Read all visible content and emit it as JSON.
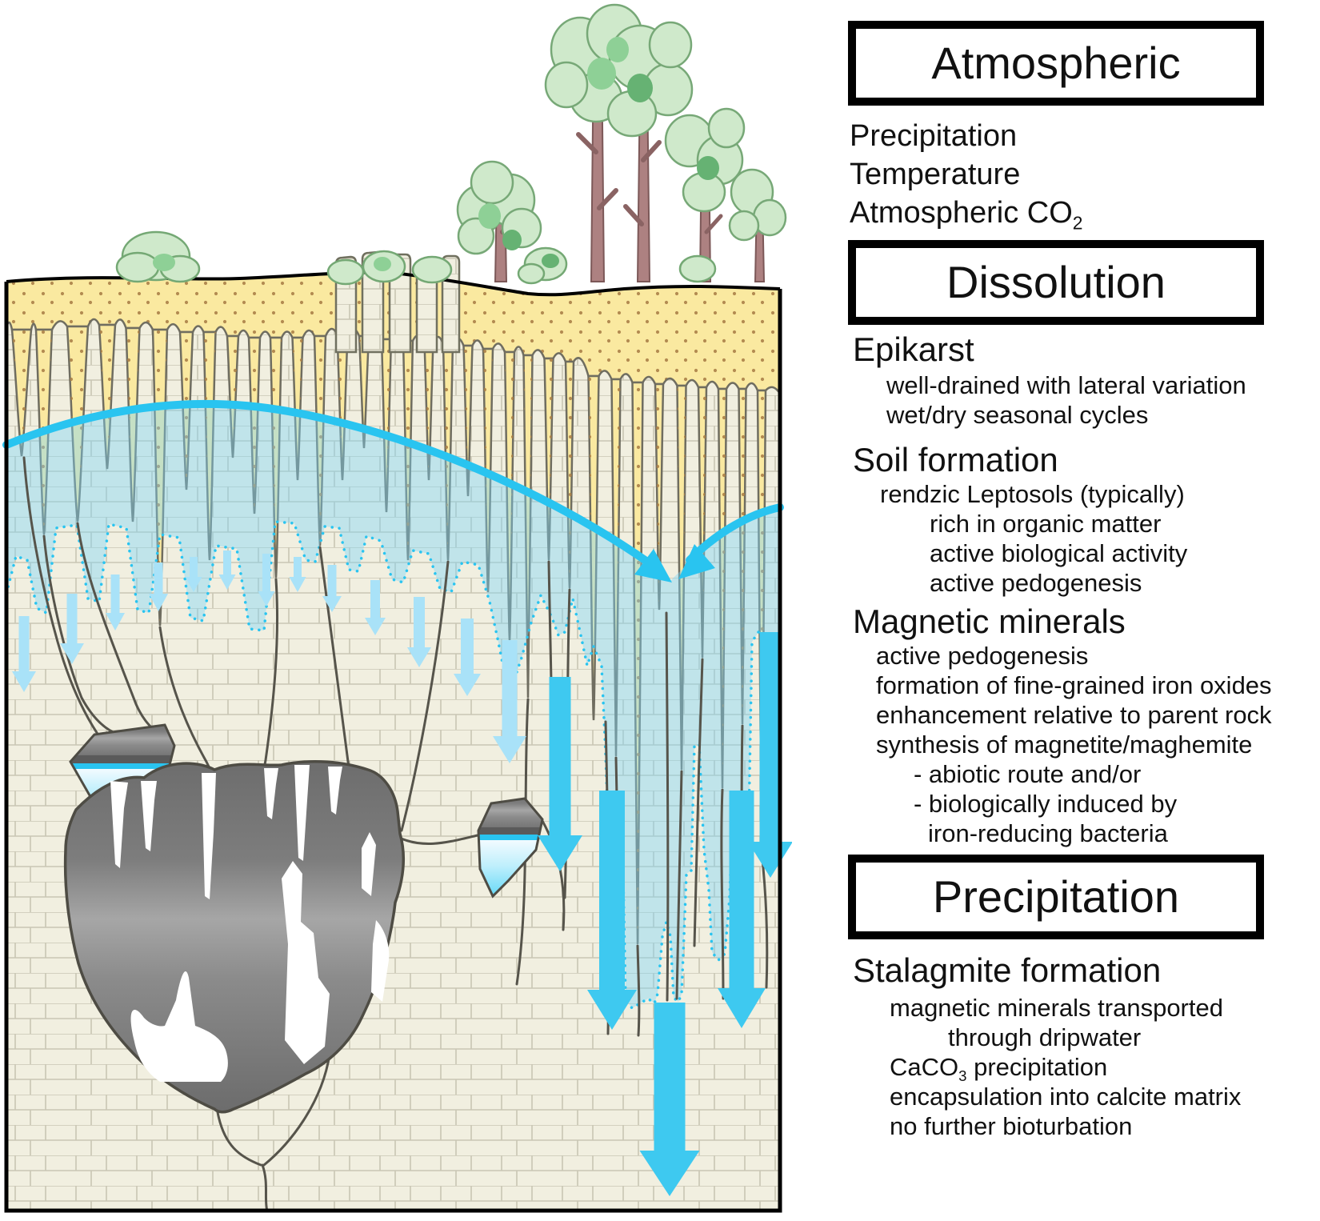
{
  "panel": {
    "atmospheric": {
      "title": "Atmospheric",
      "line1": "Precipitation",
      "line2": "Temperature",
      "line3_base": "Atmospheric CO",
      "line3_sub": "2"
    },
    "dissolution": {
      "title": "Dissolution",
      "epikarst": {
        "heading": "Epikarst",
        "line1": "well-drained with lateral variation",
        "line2": "wet/dry seasonal cycles"
      },
      "soil": {
        "heading": "Soil formation",
        "line1": "rendzic Leptosols (typically)",
        "line2": "rich in organic matter",
        "line3": "active biological activity",
        "line4": "active pedogenesis"
      },
      "magnetic": {
        "heading": "Magnetic minerals",
        "line1": "active pedogenesis",
        "line2": "formation of fine-grained iron oxides",
        "line3": "enhancement relative to parent rock",
        "line4": "synthesis of magnetite/maghemite",
        "line5": "- abiotic route and/or",
        "line6": "- biologically induced by",
        "line7": "iron-reducing bacteria"
      }
    },
    "precipitation": {
      "title": "Precipitation",
      "stalagmite": {
        "heading": "Stalagmite formation",
        "line1": "magnetic minerals transported",
        "line2": "through dripwater",
        "line3_base": "CaCO",
        "line3_sub": "3",
        "line3_rest": " precipitation",
        "line4": "encapsulation into calcite matrix",
        "line5": "no further bioturbation"
      }
    }
  },
  "diagram": {
    "colors": {
      "arc": "#29c4f0",
      "arrow_bright": "#3ec9f0",
      "arrow_pale": "#a9e2f8",
      "soil": "#fae9a0",
      "soil_dot": "#ab8148",
      "limestone": "#f1efe0",
      "brick_line": "#c9c6b4",
      "water_zone": "#7dd4f8",
      "cave_outline": "#4e4c44",
      "crack": "#56544b",
      "water_surface": "#29c4f0",
      "water_deep": "#4fd4f7",
      "foliage": "#cfe9cb",
      "foliage_dark": "#8ed096",
      "trunk": "#ad8181",
      "frame": "#000000"
    },
    "arrows": {
      "pale": [
        [
          30,
          770,
          865,
          13,
          30,
          26
        ],
        [
          90,
          742,
          830,
          13,
          30,
          26
        ],
        [
          144,
          718,
          788,
          11,
          24,
          22
        ],
        [
          198,
          703,
          764,
          11,
          24,
          22
        ],
        [
          242,
          696,
          740,
          10,
          21,
          19
        ],
        [
          284,
          688,
          737,
          10,
          21,
          19
        ],
        [
          333,
          692,
          758,
          10,
          21,
          19
        ],
        [
          372,
          696,
          740,
          10,
          21,
          19
        ],
        [
          415,
          706,
          765,
          11,
          24,
          20
        ],
        [
          469,
          725,
          794,
          12,
          26,
          22
        ],
        [
          524,
          746,
          834,
          14,
          30,
          25
        ],
        [
          584,
          773,
          870,
          16,
          34,
          28
        ],
        [
          637,
          800,
          954,
          19,
          42,
          34
        ]
      ],
      "bright": [
        [
          700,
          846,
          1089,
          27,
          56,
          45
        ],
        [
          765,
          988,
          1287,
          32,
          62,
          50
        ],
        [
          927,
          988,
          1285,
          31,
          60,
          50
        ],
        [
          963,
          790,
          1097,
          27,
          56,
          45
        ],
        [
          837,
          1253,
          1495,
          39,
          75,
          57
        ]
      ]
    },
    "soil_wedges": [
      [
        27,
        412,
        570,
        24
      ],
      [
        55,
        412,
        668,
        20
      ],
      [
        97,
        408,
        652,
        26
      ],
      [
        134,
        406,
        586,
        20
      ],
      [
        166,
        410,
        652,
        17
      ],
      [
        200,
        412,
        782,
        18
      ],
      [
        233,
        415,
        612,
        16
      ],
      [
        262,
        415,
        700,
        15
      ],
      [
        291,
        420,
        572,
        14
      ],
      [
        318,
        422,
        642,
        14
      ],
      [
        345,
        422,
        722,
        14
      ],
      [
        372,
        422,
        600,
        13
      ],
      [
        400,
        420,
        682,
        14
      ],
      [
        428,
        418,
        600,
        13
      ],
      [
        455,
        420,
        560,
        12
      ],
      [
        483,
        424,
        640,
        12
      ],
      [
        510,
        426,
        700,
        12
      ],
      [
        536,
        428,
        600,
        11
      ],
      [
        560,
        430,
        700,
        12
      ],
      [
        585,
        432,
        620,
        11
      ],
      [
        610,
        436,
        740,
        12
      ],
      [
        637,
        440,
        800,
        12
      ],
      [
        660,
        444,
        872,
        11
      ],
      [
        686,
        448,
        700,
        11
      ],
      [
        712,
        452,
        735,
        10
      ],
      [
        742,
        470,
        900,
        13
      ],
      [
        770,
        474,
        945,
        11
      ],
      [
        797,
        478,
        1180,
        13
      ],
      [
        824,
        480,
        762,
        10
      ],
      [
        852,
        482,
        962,
        11
      ],
      [
        878,
        484,
        822,
        10
      ],
      [
        903,
        486,
        985,
        10
      ],
      [
        928,
        486,
        905,
        9
      ],
      [
        952,
        488,
        1062,
        10
      ]
    ]
  }
}
